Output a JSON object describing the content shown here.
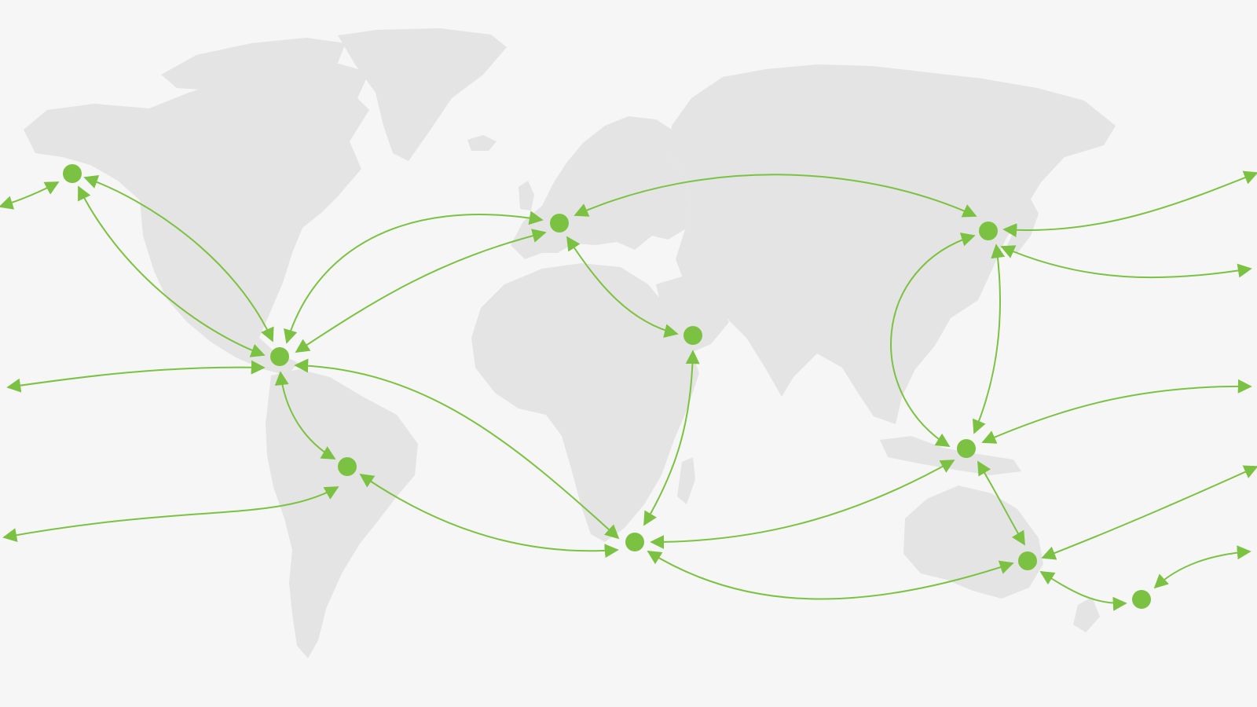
{
  "map": {
    "background_color": "#f6f6f6",
    "land_color": "#e4e4e4",
    "route_color": "#7cc242",
    "node_color": "#7cc242",
    "labels": []
  },
  "hubs": [
    {
      "id": "vancouver"
    },
    {
      "id": "mexico"
    },
    {
      "id": "peru"
    },
    {
      "id": "europe"
    },
    {
      "id": "arabia"
    },
    {
      "id": "south-africa"
    },
    {
      "id": "east-asia"
    },
    {
      "id": "southeast-asia"
    },
    {
      "id": "australia"
    },
    {
      "id": "new-zealand"
    }
  ],
  "routes": [
    {
      "from": "vancouver",
      "to": "mexico"
    },
    {
      "from": "vancouver",
      "to": "mexico"
    },
    {
      "from": "mexico",
      "to": "europe"
    },
    {
      "from": "mexico",
      "to": "europe"
    },
    {
      "from": "mexico",
      "to": "peru"
    },
    {
      "from": "mexico",
      "to": "south-africa"
    },
    {
      "from": "europe",
      "to": "arabia"
    },
    {
      "from": "europe",
      "to": "east-asia"
    },
    {
      "from": "arabia",
      "to": "south-africa"
    },
    {
      "from": "peru",
      "to": "south-africa"
    },
    {
      "from": "south-africa",
      "to": "southeast-asia"
    },
    {
      "from": "south-africa",
      "to": "australia"
    },
    {
      "from": "east-asia",
      "to": "southeast-asia"
    },
    {
      "from": "east-asia",
      "to": "southeast-asia"
    },
    {
      "from": "southeast-asia",
      "to": "australia"
    },
    {
      "from": "australia",
      "to": "new-zealand"
    },
    {
      "from": "vancouver",
      "to": "offscreen-west"
    },
    {
      "from": "mexico",
      "to": "offscreen-west"
    },
    {
      "from": "peru",
      "to": "offscreen-west"
    },
    {
      "from": "east-asia",
      "to": "offscreen-east"
    },
    {
      "from": "east-asia",
      "to": "offscreen-east"
    },
    {
      "from": "southeast-asia",
      "to": "offscreen-east"
    },
    {
      "from": "australia",
      "to": "offscreen-east"
    },
    {
      "from": "new-zealand",
      "to": "offscreen-east"
    }
  ]
}
